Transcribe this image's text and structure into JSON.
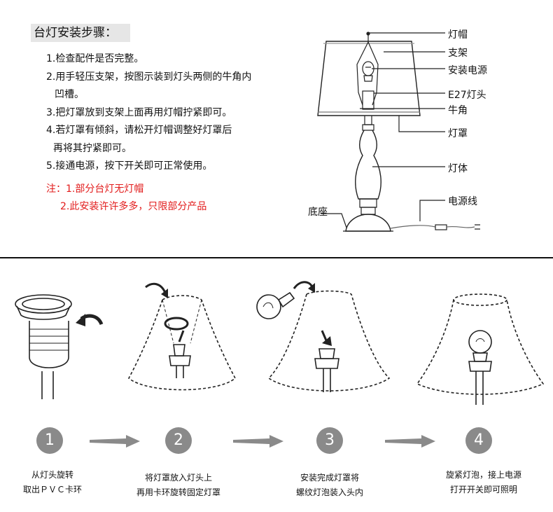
{
  "header": {
    "title": "台灯安装步骤："
  },
  "steps": [
    "1.检查配件是否完整。",
    "2.用手轻压支架，按图示装到灯头两侧的牛角内",
    "凹槽。",
    "3.把灯罩放到支架上面再用灯帽拧紧即可。",
    "4.若灯罩有倾斜，请松开灯帽调整好灯罩后",
    "再将其拧紧即可。",
    "5.接通电源，按下开关即可正常使用。"
  ],
  "notes": {
    "line1": "注：1.部分台灯无灯帽",
    "line2": "2.此安装许许多多，只限部分产品"
  },
  "diagram_labels": {
    "cap": "灯帽",
    "bracket": "支架",
    "bulb": "安装电源",
    "socket": "E27灯头",
    "horn": "牛角",
    "shade": "灯罩",
    "body": "灯体",
    "cord": "电源线",
    "base": "底座"
  },
  "process": [
    {
      "number": "1",
      "line1": "从灯头旋转",
      "line2": "取出ＰＶＣ卡环"
    },
    {
      "number": "2",
      "line1": "将灯罩放入灯头上",
      "line2": "再用卡环旋转固定灯罩"
    },
    {
      "number": "3",
      "line1": "安装完成灯罩将",
      "line2": "螺纹灯泡装入头内"
    },
    {
      "number": "4",
      "line1": "旋紧灯泡，接上电源",
      "line2": "打开开关即可照明"
    }
  ]
}
